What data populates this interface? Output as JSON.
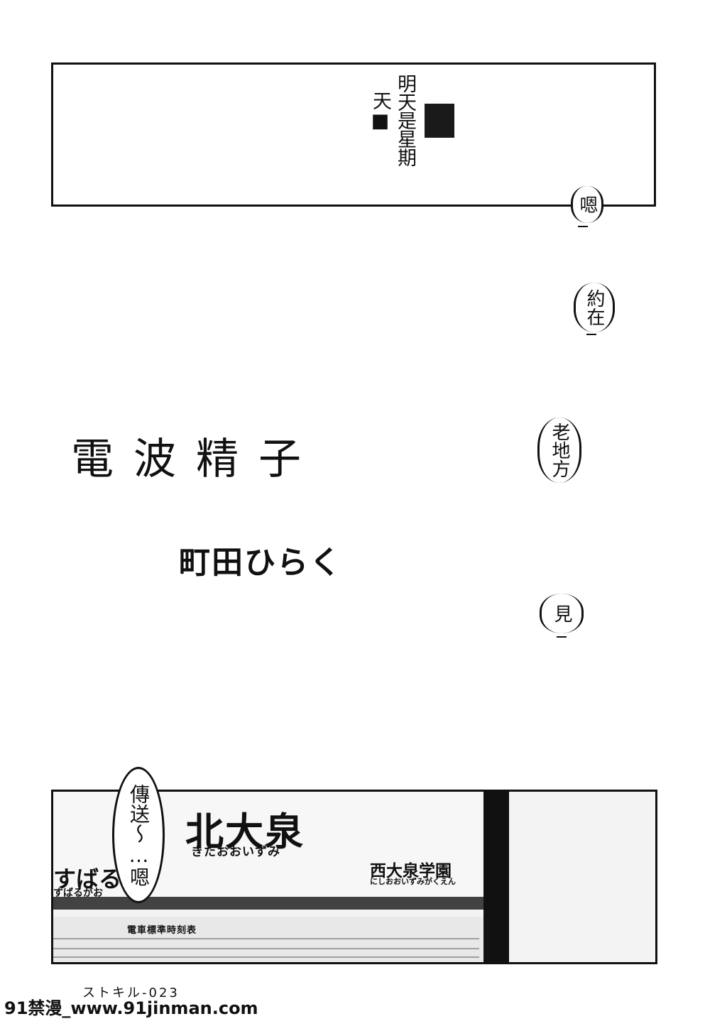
{
  "top_panel": {
    "col_1": "明天是星期",
    "col_2": "天■"
  },
  "bubbles": {
    "b1": "嗯",
    "b2": "約在",
    "b3": "老地方",
    "b4": "見"
  },
  "title": "電波精子",
  "author": "町田ひらく",
  "bottom_panel": {
    "station_main": "北大泉",
    "station_main_kana": "きたおおいずみ",
    "station_left": "すばるか",
    "station_left_kana": "すばるがお",
    "station_right": "西大泉学園",
    "station_right_kana": "にしおおいずみがくえん",
    "timetable_title": "電車標準時刻表",
    "bubble_text": "傳送～…嗯"
  },
  "page_mark": "ストキル-023",
  "watermark": "91禁漫_www.91jinman.com"
}
